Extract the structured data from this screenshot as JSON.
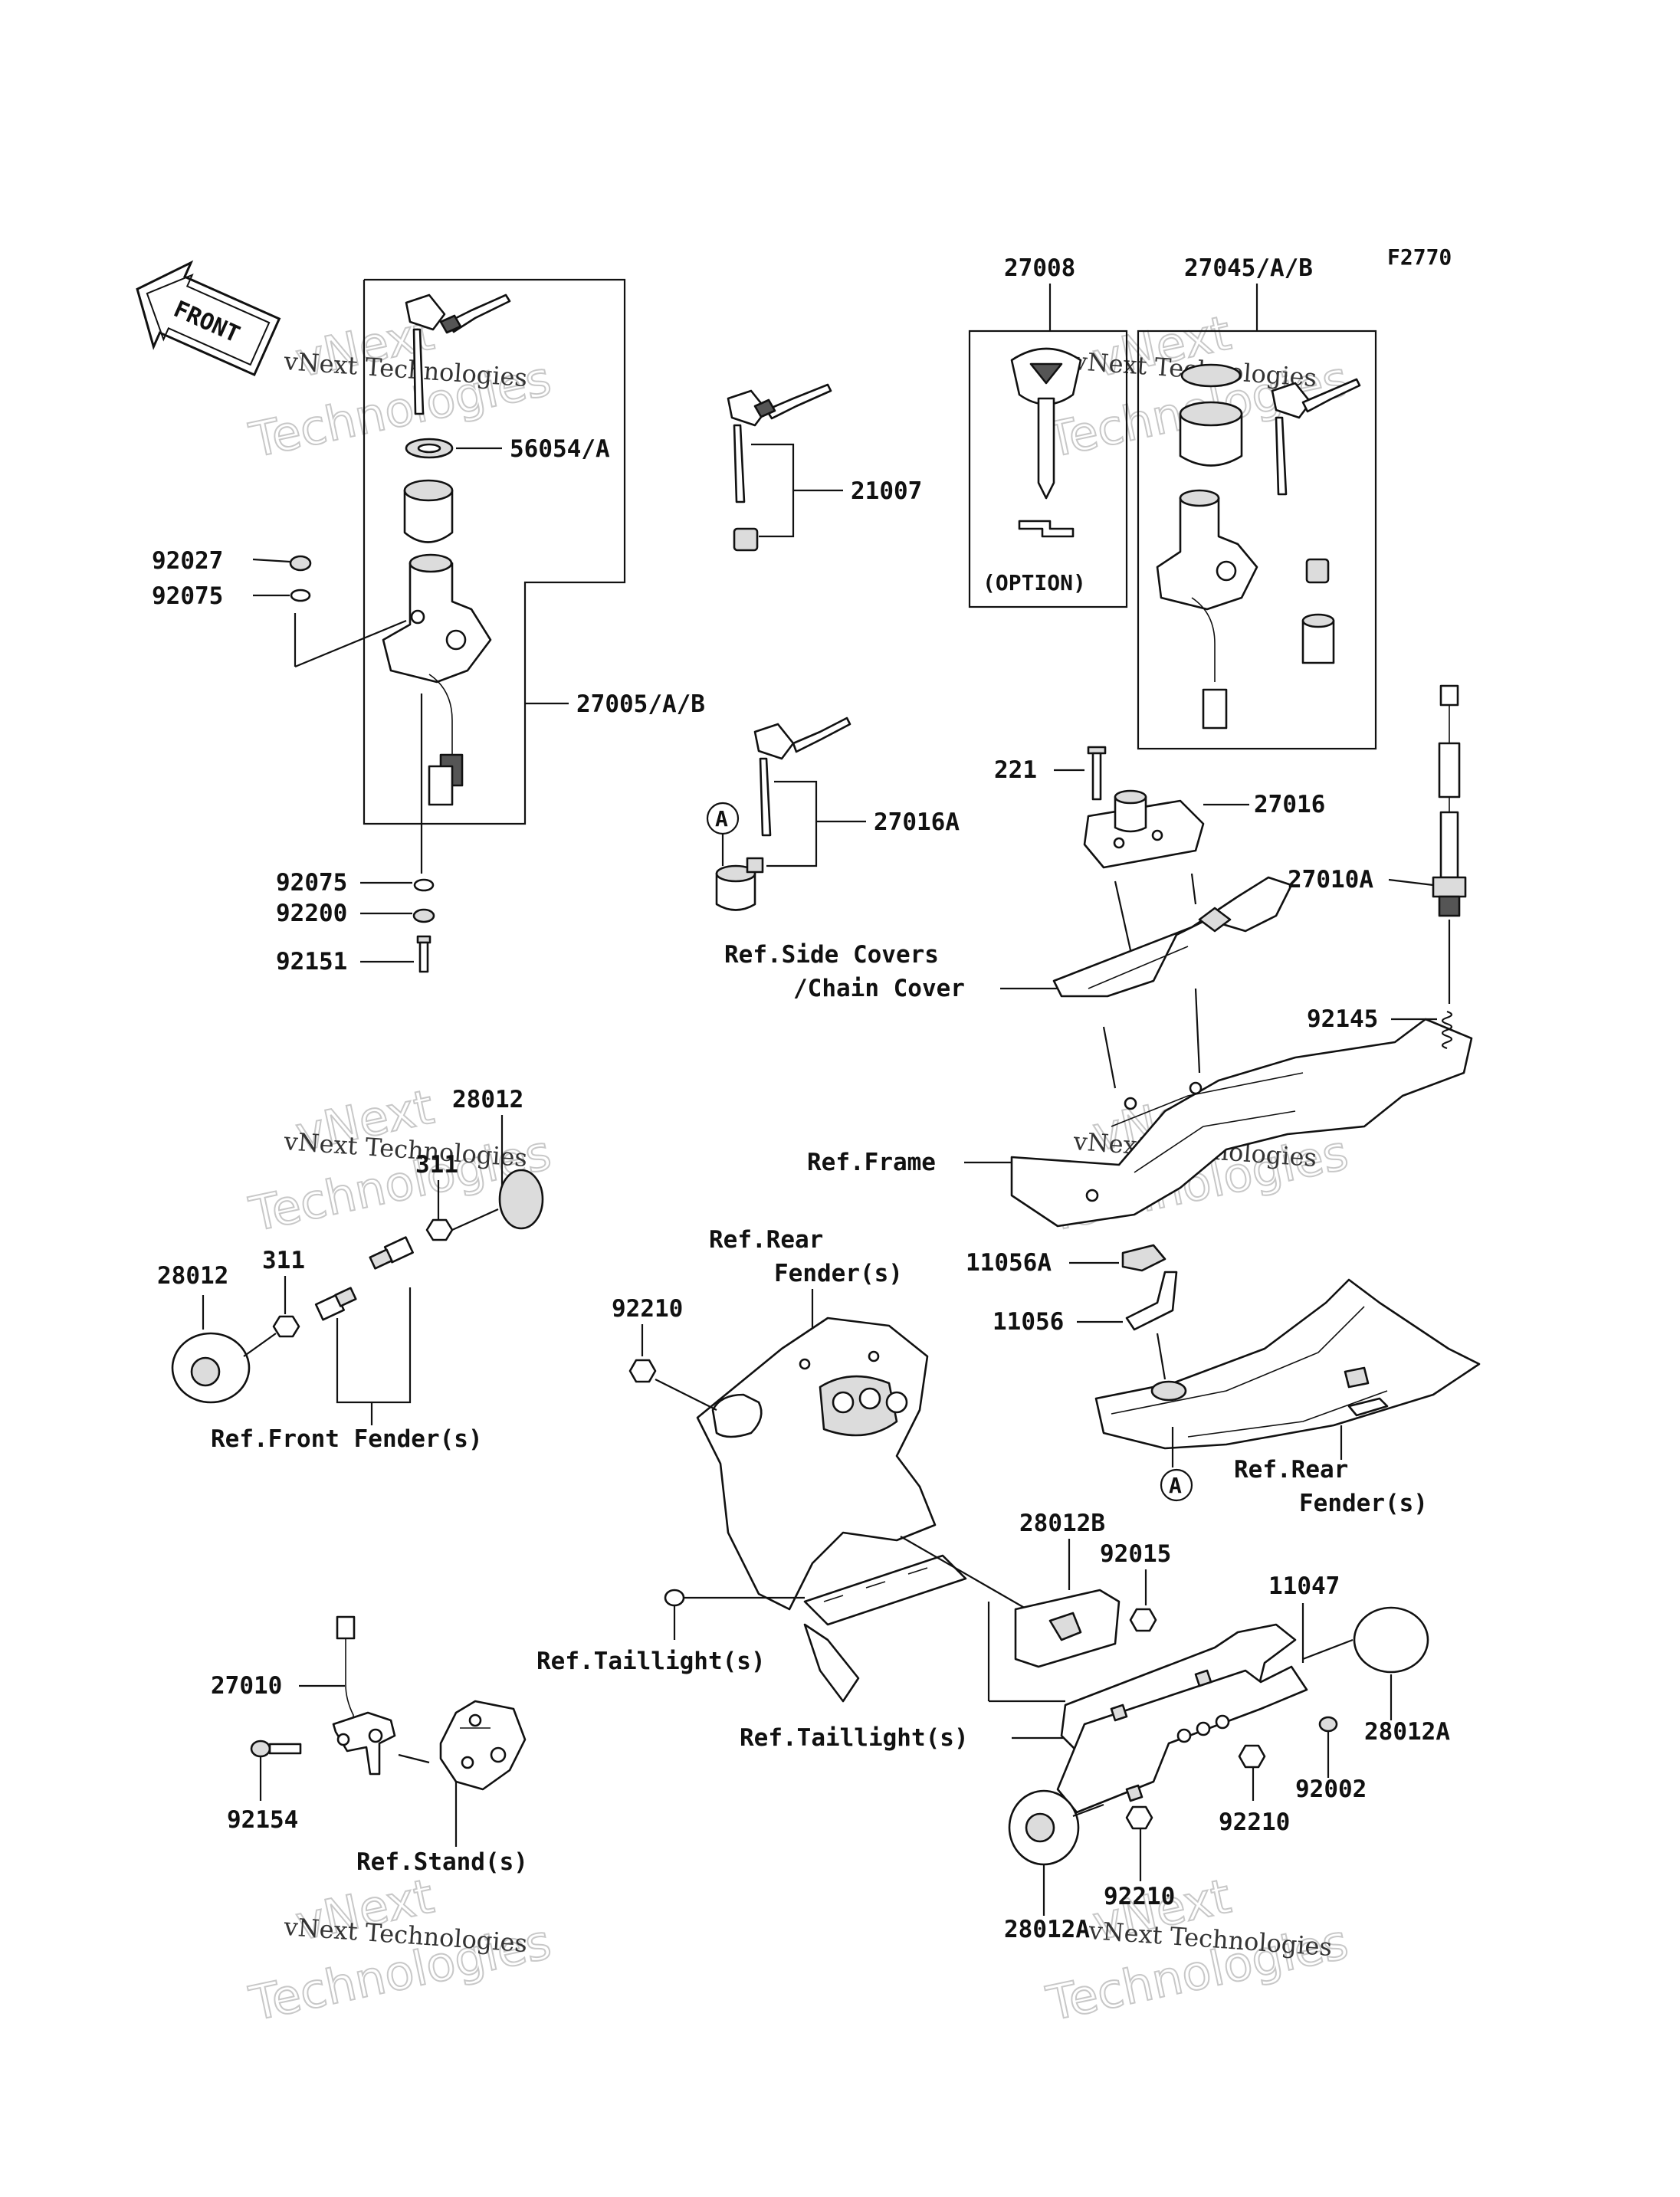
{
  "figure_code": "F2770",
  "front_arrow_label": "FRONT",
  "watermark": {
    "line1": "vNext",
    "line2": "Technologies",
    "caption": "vNext Technologies"
  },
  "option_label": "(OPTION)",
  "circle_marker": "A",
  "parts": {
    "p27008": "27008",
    "p27045": "27045/A/B",
    "p56054": "56054/A",
    "p21007": "21007",
    "p92027": "92027",
    "p92075_top": "92075",
    "p27005": "27005/A/B",
    "p27016A": "27016A",
    "p221": "221",
    "p27016": "27016",
    "p27010A": "27010A",
    "p92075_bot": "92075",
    "p92200": "92200",
    "p92151": "92151",
    "p92145": "92145",
    "p28012_top": "28012",
    "p311_top": "311",
    "p311_left": "311",
    "p28012_left": "28012",
    "p11056A": "11056A",
    "p11056": "11056",
    "p92210_top": "92210",
    "p28012B": "28012B",
    "p92015": "92015",
    "p11047": "11047",
    "p27010": "27010",
    "p92154": "92154",
    "p28012A_right": "28012A",
    "p92002": "92002",
    "p92210_mid": "92210",
    "p92210_bot": "92210",
    "p28012A_bot": "28012A"
  },
  "refs": {
    "side_covers_1": "Ref.Side Covers",
    "side_covers_2": "/Chain Cover",
    "frame": "Ref.Frame",
    "rear_fender_top_1": "Ref.Rear",
    "rear_fender_top_2": "Fender(s)",
    "rear_fender_right_1": "Ref.Rear",
    "rear_fender_right_2": "Fender(s)",
    "front_fender": "Ref.Front Fender(s)",
    "taillight_1": "Ref.Taillight(s)",
    "taillight_2": "Ref.Taillight(s)",
    "stand": "Ref.Stand(s)"
  }
}
